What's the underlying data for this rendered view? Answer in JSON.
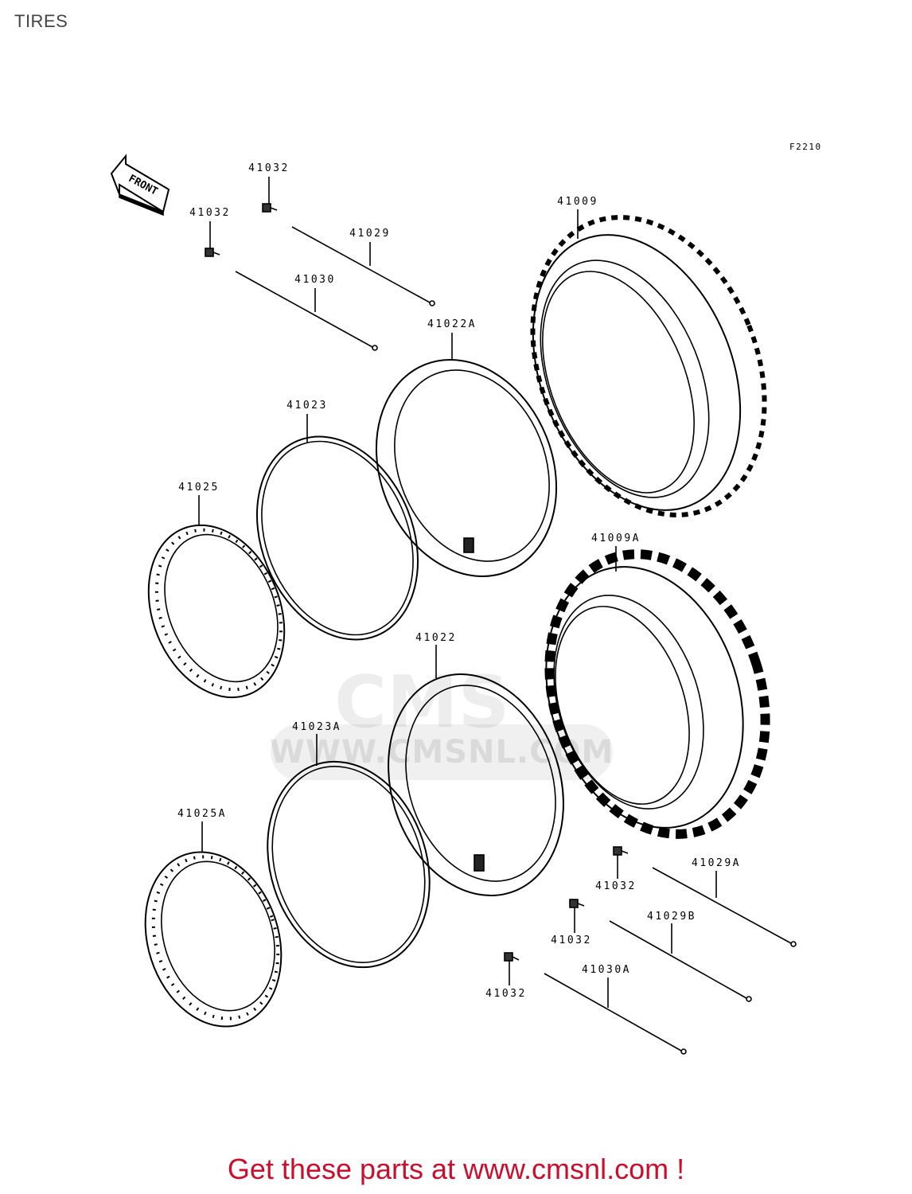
{
  "title": "TIRES",
  "figure_code": "F2210",
  "front_label": "FRONT",
  "parts": {
    "p41032_a": "41032",
    "p41032_b": "41032",
    "p41029": "41029",
    "p41030": "41030",
    "p41009": "41009",
    "p41022A": "41022A",
    "p41023": "41023",
    "p41025": "41025",
    "p41009A": "41009A",
    "p41022": "41022",
    "p41023A": "41023A",
    "p41025A": "41025A",
    "p41029A": "41029A",
    "p41032_c": "41032",
    "p41029B": "41029B",
    "p41032_d": "41032",
    "p41030A": "41030A",
    "p41032_e": "41032"
  },
  "watermark": {
    "logo": "CMS",
    "url": "WWW.CMSNL.COM"
  },
  "cta": "Get these parts at www.cmsnl.com !",
  "colors": {
    "cta": "#c8102e",
    "line": "#000000"
  }
}
